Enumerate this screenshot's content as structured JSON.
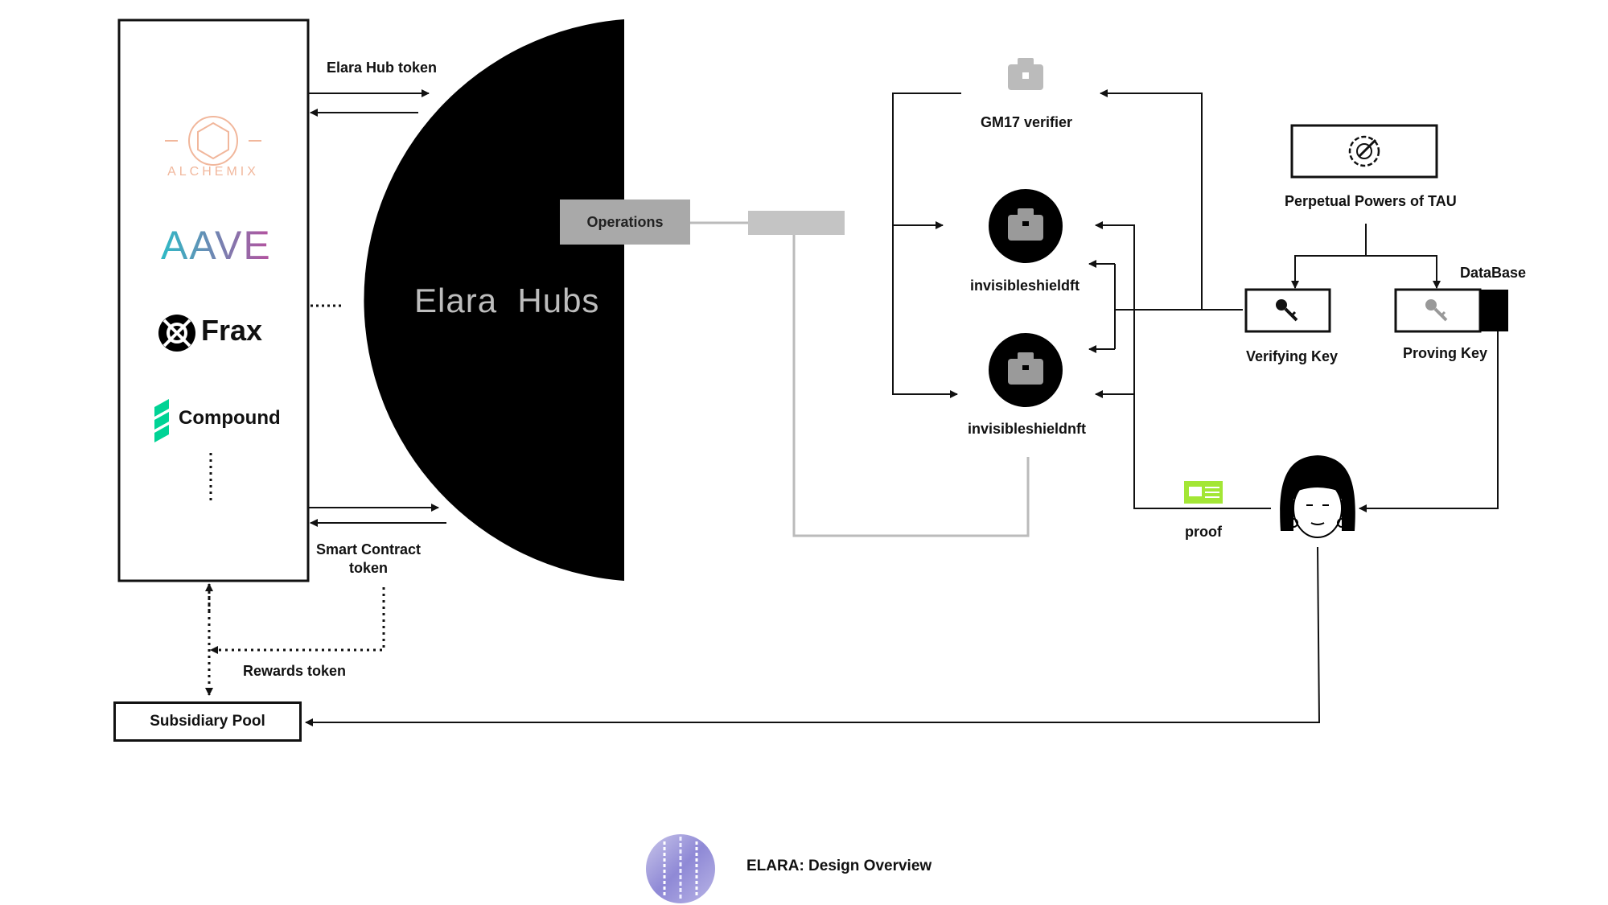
{
  "hub": {
    "title": "Elara  Hubs",
    "operations_label": "Operations"
  },
  "protocols": {
    "alchemix": "ALCHEMIX",
    "aave": "AAVE",
    "frax": "Frax",
    "compound": "Compound"
  },
  "flows": {
    "hub_token": "Elara Hub token",
    "smart_contract_token": "Smart Contract\ntoken",
    "rewards_token": "Rewards token"
  },
  "pool": {
    "label": "Subsidiary Pool"
  },
  "contracts": {
    "verifier": "GM17 verifier",
    "shield_ft": "invisibleshieldft",
    "shield_nft": "invisibleshieldnft"
  },
  "setup": {
    "label": "Perpetual Powers of TAU",
    "verifying_key": "Verifying Key",
    "proving_key": "Proving Key",
    "database": "DataBase",
    "proof": "proof"
  },
  "footer": {
    "title": "ELARA: Design Overview"
  },
  "colors": {
    "alchemix": "#f1b79c",
    "aave_start": "#2ebac6",
    "aave_end": "#b6509e",
    "compound": "#00d395",
    "proof_green": "#a3e635",
    "operations_fill": "#a9a9a9",
    "hub_fill": "#000000"
  }
}
